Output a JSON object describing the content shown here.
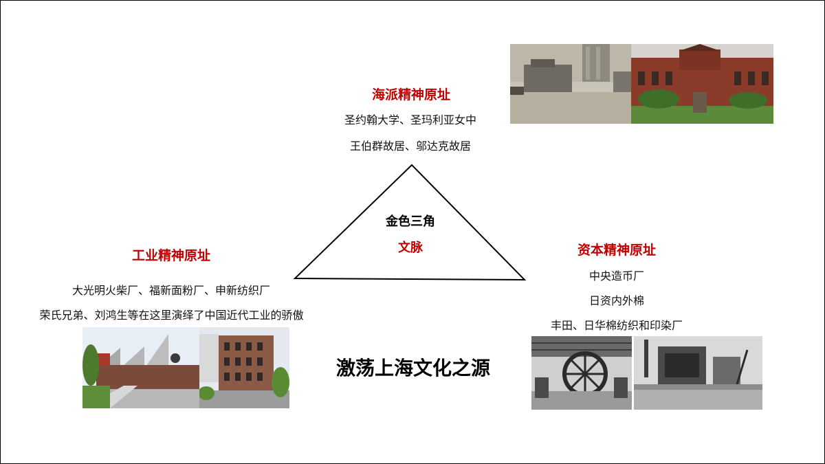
{
  "top": {
    "heading": "海派精神原址",
    "line1": "圣约翰大学、圣玛利亚女中",
    "line2": "王伯群故居、邬达克故居"
  },
  "triangle": {
    "label1": "金色三角",
    "label2": "文脉"
  },
  "left": {
    "heading": "工业精神原址",
    "line1": "大光明火柴厂、福新面粉厂、申新纺织厂",
    "line2": "荣氏兄弟、刘鸿生等在这里演绎了中国近代工业的骄傲"
  },
  "right": {
    "heading": "资本精神原址",
    "line1": "中央造币厂",
    "line2": "日资内外棉",
    "line3": "丰田、日华棉纺织和印染厂"
  },
  "slogan": "激荡上海文化之源",
  "colors": {
    "heading": "#c00000",
    "text": "#111111"
  }
}
